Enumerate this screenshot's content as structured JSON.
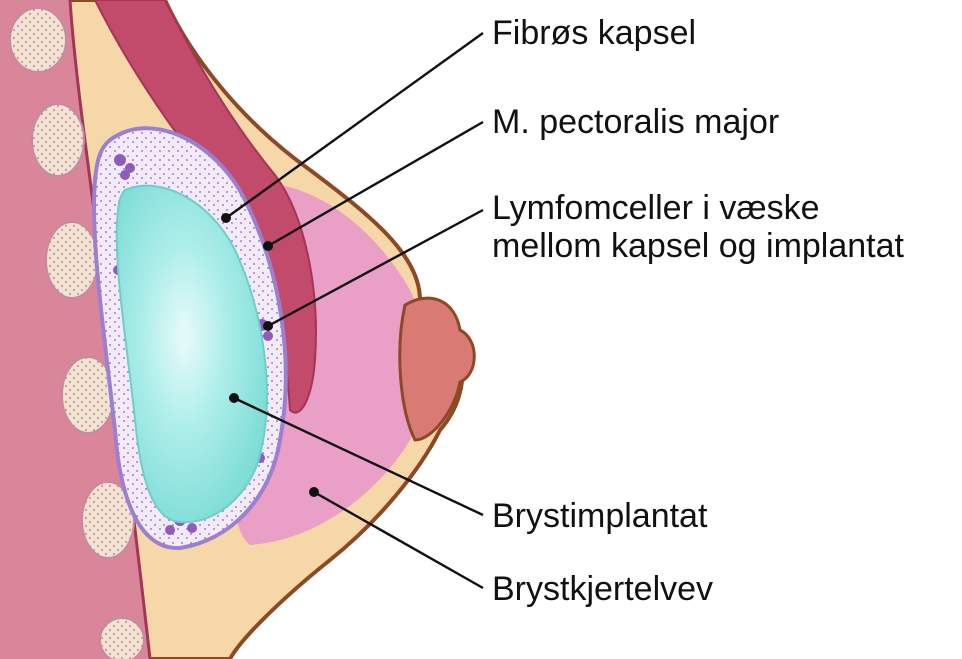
{
  "labels": {
    "fibrous_capsule": "Fibrøs kapsel",
    "pectoralis": "M. pectoralis major",
    "lymphoma_line1": "Lymfomceller i væske",
    "lymphoma_line2": "mellom kapsel og implantat",
    "implant": "Brystimplantat",
    "gland_tissue": "Brystkjertelvev"
  },
  "colors": {
    "skin": "#f6d7a8",
    "skin_outline": "#8c4a24",
    "muscle": "#c24a6b",
    "muscle_dark": "#a33656",
    "gland": "#ea9fc6",
    "nipple": "#d97a74",
    "capsule": "#efe4f6",
    "capsule_outline": "#9b7fd0",
    "cells": "#8e5cbc",
    "implant": "#9ee8e2",
    "chest_wall": "#d9869a",
    "rib": "#f2e3d6"
  },
  "icons": {
    "leader_dot": "filled-circle"
  }
}
